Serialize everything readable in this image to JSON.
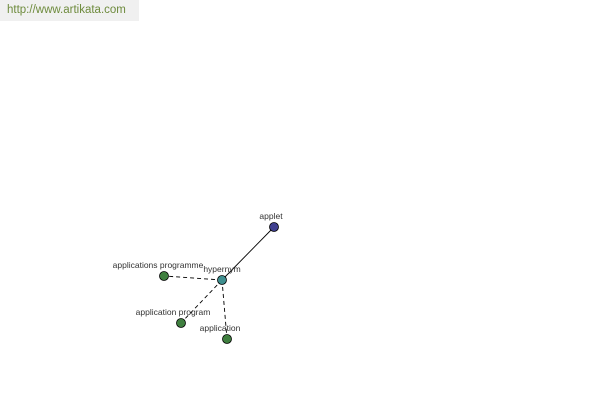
{
  "header": {
    "url": "http://www.artikata.com"
  },
  "graph": {
    "nodes": [
      {
        "id": "applet",
        "label": "applet",
        "color": "#3f3f8f"
      },
      {
        "id": "hypernym",
        "label": "hypernym",
        "color": "#3f8f8f"
      },
      {
        "id": "applications-programme",
        "label": "applications programme",
        "color": "#3f7f3f"
      },
      {
        "id": "application-program",
        "label": "application program",
        "color": "#3f7f3f"
      },
      {
        "id": "application",
        "label": "application",
        "color": "#3f7f3f"
      }
    ],
    "edges": [
      {
        "from": "hypernym",
        "to": "applet",
        "style": "solid"
      },
      {
        "from": "hypernym",
        "to": "applications-programme",
        "style": "dashed"
      },
      {
        "from": "hypernym",
        "to": "application-program",
        "style": "dashed"
      },
      {
        "from": "hypernym",
        "to": "application",
        "style": "dashed"
      }
    ]
  }
}
